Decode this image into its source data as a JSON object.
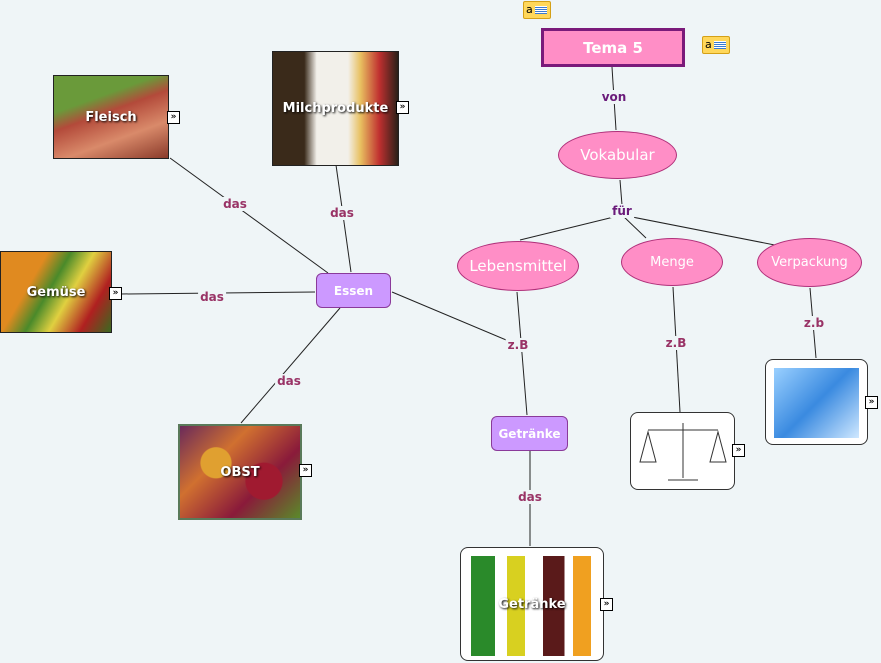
{
  "root": {
    "label": "Tema 5"
  },
  "concepts": {
    "vokabular": "Vokabular",
    "lebensmittel": "Lebensmittel",
    "menge": "Menge",
    "verpackung": "Verpackung",
    "essen": "Essen",
    "getraenke": "Getränke"
  },
  "images": {
    "fleisch": "Fleisch",
    "milch": "Milchprodukte",
    "gemuese": "Gemüse",
    "obst": "OBST",
    "getraenke": "Getränke"
  },
  "links": {
    "von": "von",
    "fuer": "für",
    "das1": "das",
    "das2": "das",
    "das3": "das",
    "das4": "das",
    "das5": "das",
    "zb1": "z.B",
    "zb2": "z.B",
    "zb3": "z.b"
  },
  "icons": {
    "note": "a",
    "expand": "»"
  }
}
